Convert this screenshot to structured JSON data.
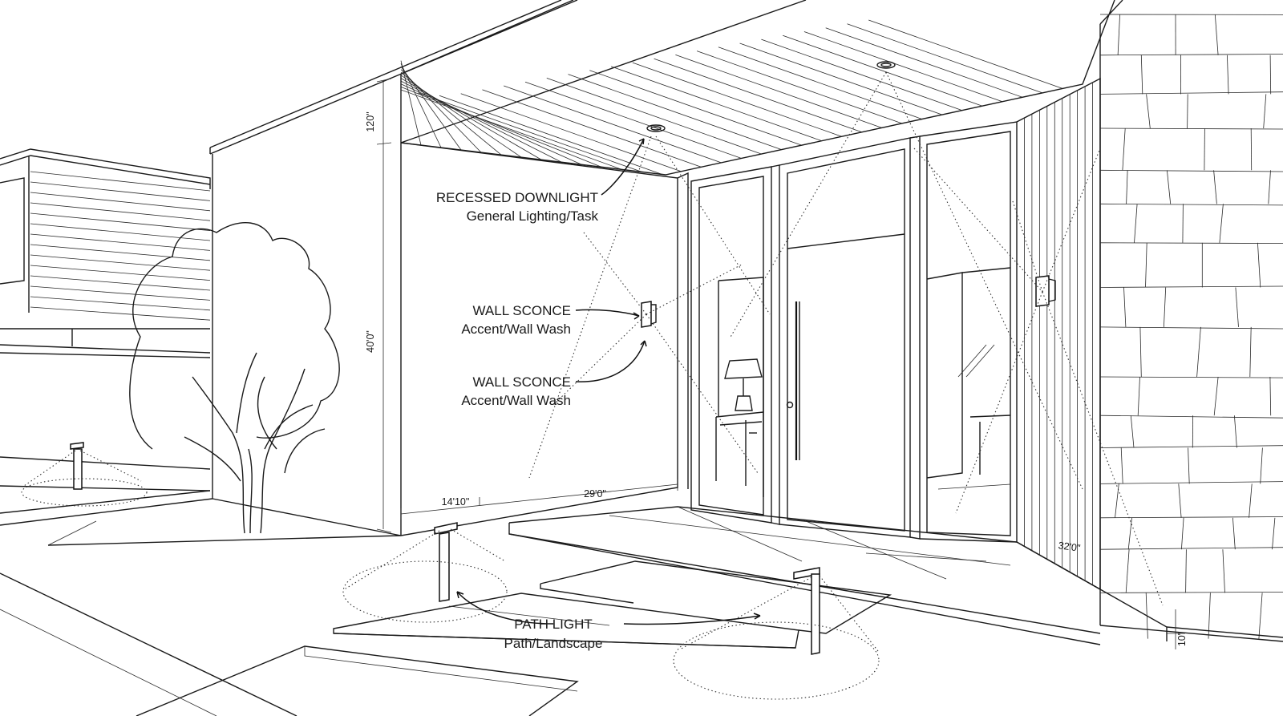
{
  "callouts": {
    "downlight": {
      "title": "RECESSED DOWNLIGHT",
      "subtitle": "General Lighting/Task"
    },
    "sconce_upper": {
      "title": "WALL SCONCE",
      "subtitle": "Accent/Wall Wash"
    },
    "sconce_lower": {
      "title": "WALL SCONCE",
      "subtitle": "Accent/Wall Wash"
    },
    "path_light": {
      "title": "PATH LIGHT",
      "subtitle": "Path/Landscape"
    }
  },
  "dimensions": {
    "soffit_height": "120\"",
    "wall_height": "40'0\"",
    "wall_width": "14'10\"",
    "entry_width": "29'0\"",
    "stone_depth": "32'0\"",
    "plinth_height": "10\""
  },
  "colors": {
    "line": "#1a1a1a",
    "background": "#ffffff"
  }
}
